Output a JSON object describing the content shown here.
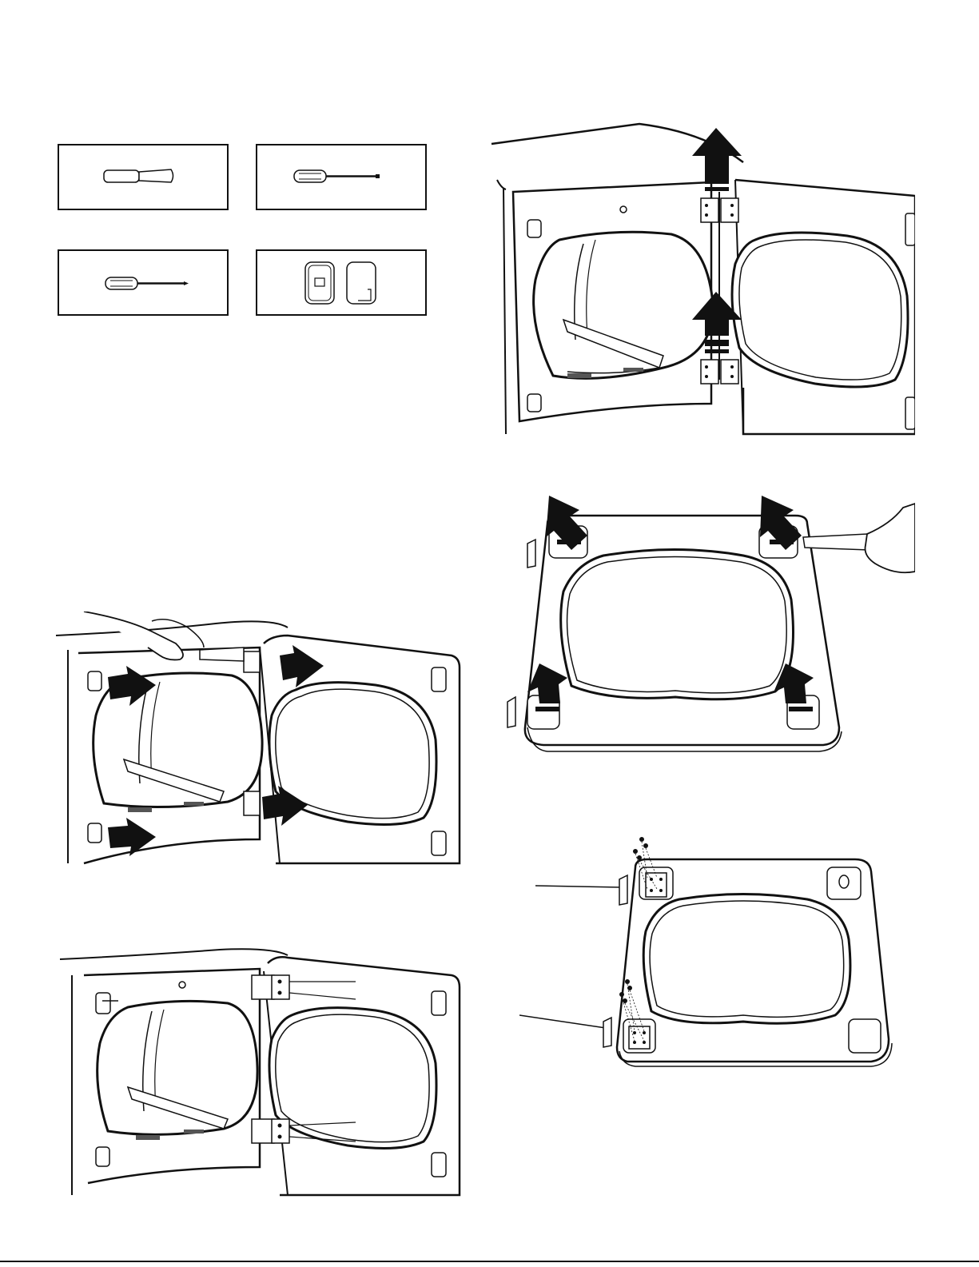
{
  "document": {
    "tools": [
      {
        "name": "putty-knife"
      },
      {
        "name": "flat-blade-screwdriver"
      },
      {
        "name": "phillips-screwdriver"
      },
      {
        "name": "plug-buttons"
      }
    ],
    "colors": {
      "ink": "#111111",
      "paper": "#ffffff"
    }
  }
}
